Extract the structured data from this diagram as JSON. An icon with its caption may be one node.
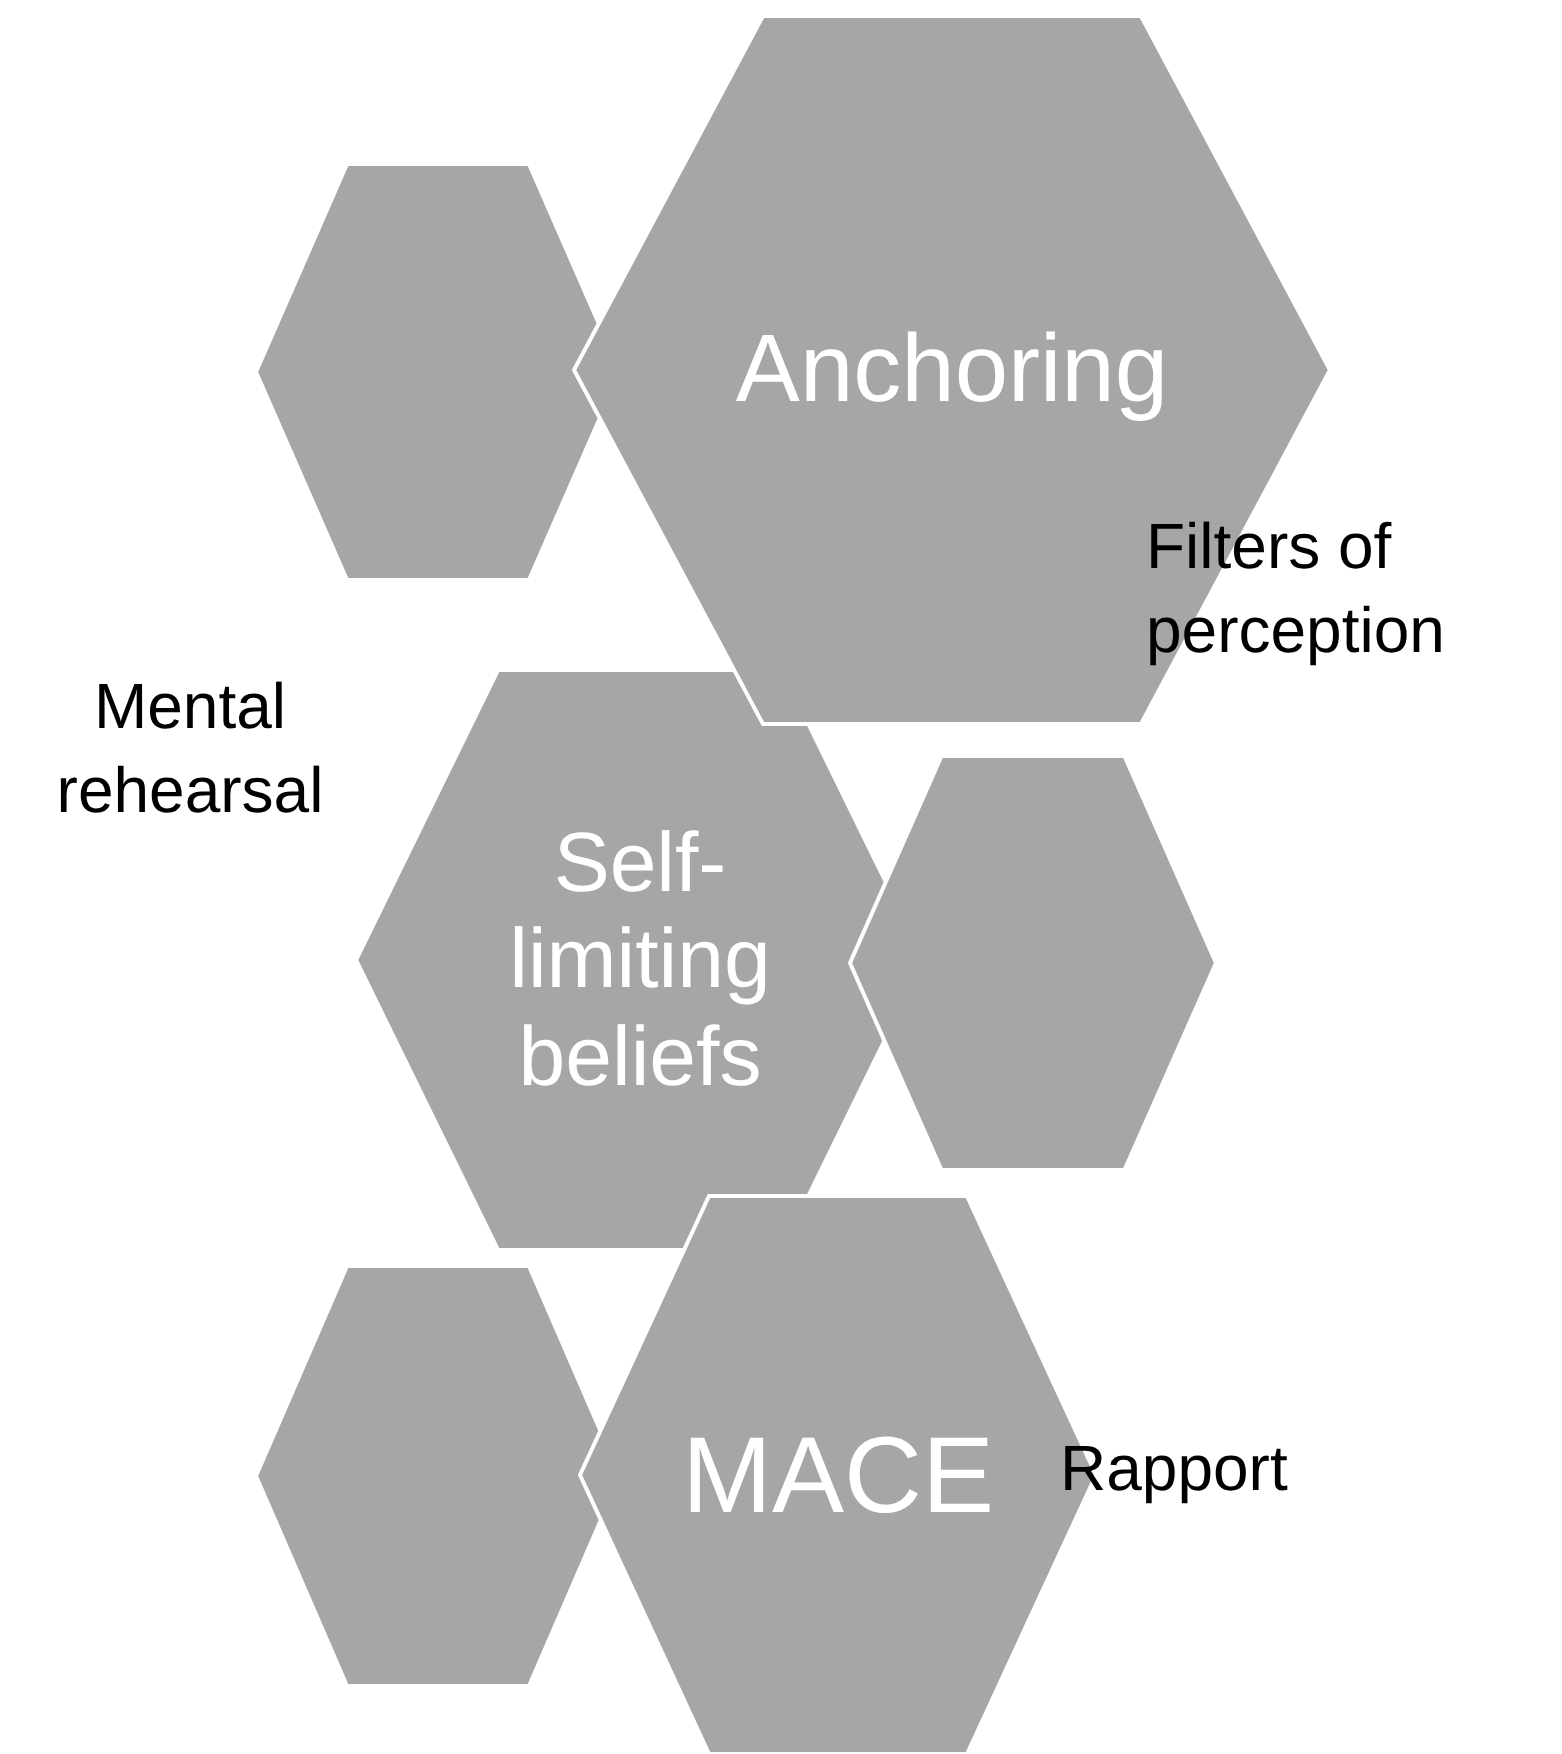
{
  "diagram": {
    "nodes": [
      {
        "text": [],
        "shape": "hexagon"
      },
      {
        "text": [
          "Anchoring"
        ]
      },
      {
        "text": [
          "Self-limiting beliefs"
        ]
      },
      {
        "text": [],
        "shape": "hexagon"
      },
      {
        "text": [],
        "shape": "hexagon"
      },
      {
        "text": [
          "MACE"
        ]
      }
    ],
    "edges": [],
    "labels": [
      "Filters of perception",
      "Mental rehearsal",
      "Rapport"
    ]
  }
}
